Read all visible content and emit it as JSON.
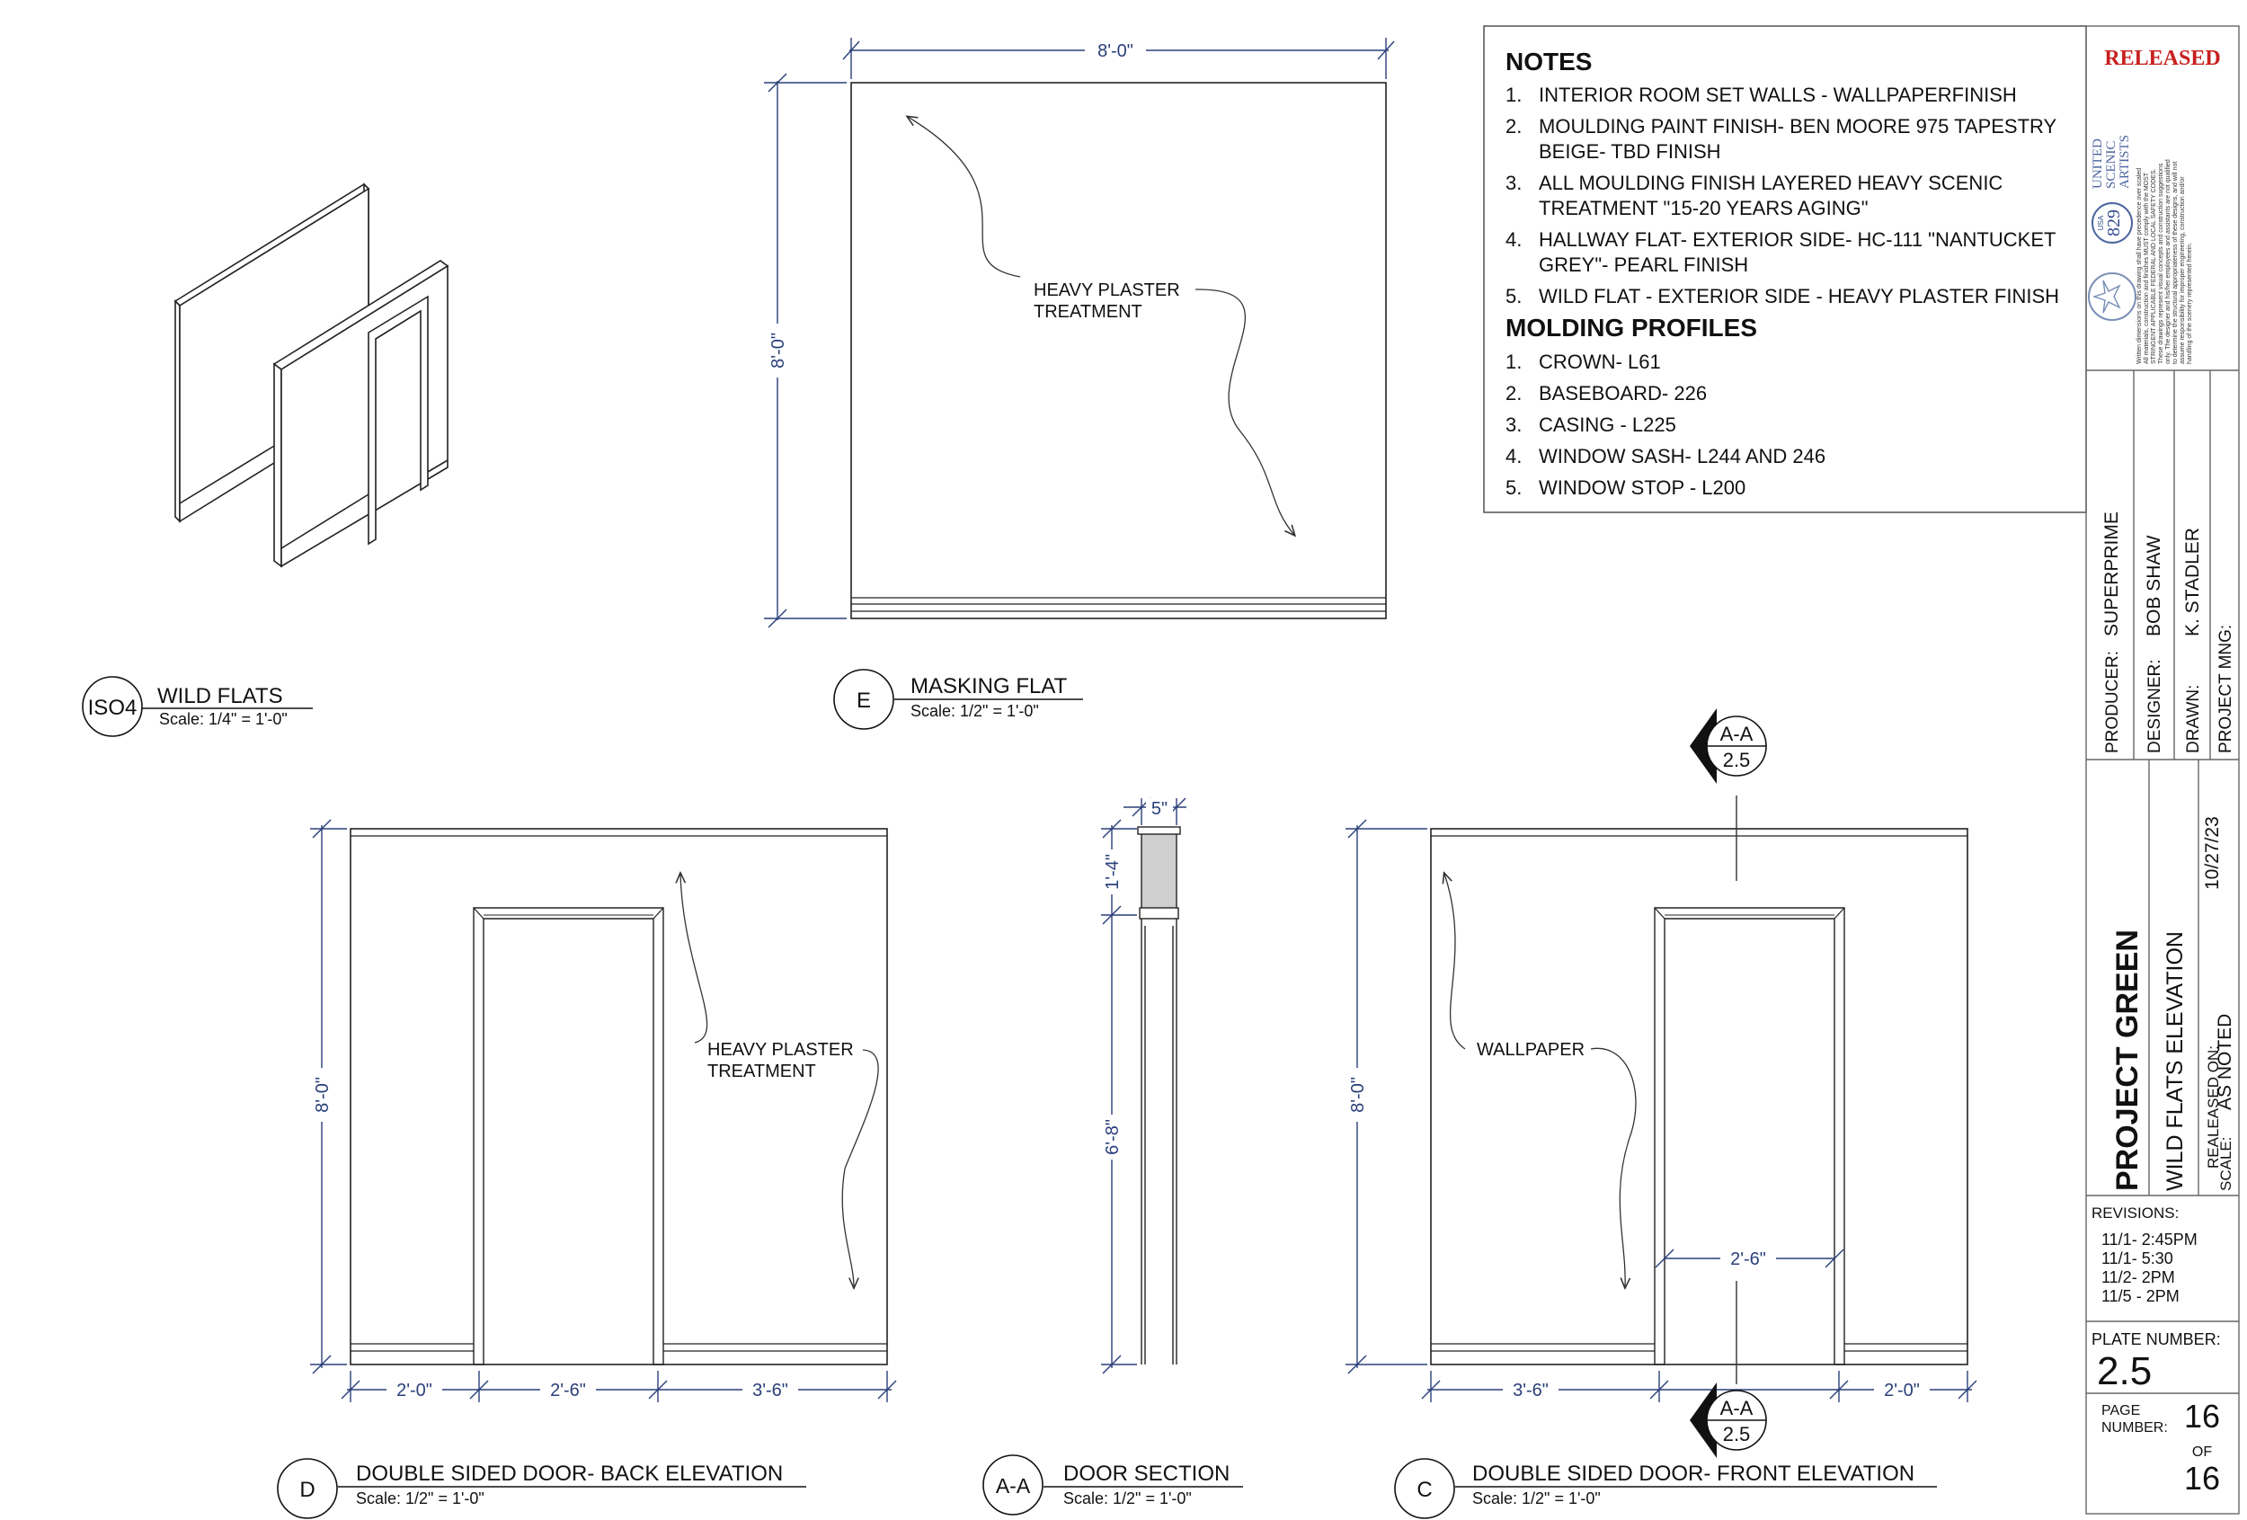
{
  "notes": {
    "heading": "NOTES",
    "items": [
      {
        "num": "1.",
        "lines": [
          "INTERIOR ROOM SET WALLS - WALLPAPERFINISH"
        ]
      },
      {
        "num": "2.",
        "lines": [
          "MOULDING PAINT FINISH- BEN MOORE 975 TAPESTRY",
          "BEIGE- TBD FINISH"
        ]
      },
      {
        "num": "3.",
        "lines": [
          "ALL MOULDING FINISH LAYERED HEAVY SCENIC",
          "TREATMENT \"15-20 YEARS AGING\""
        ]
      },
      {
        "num": "4.",
        "lines": [
          "HALLWAY FLAT- EXTERIOR SIDE- HC-111 \"NANTUCKET",
          "GREY\"- PEARL FINISH"
        ]
      },
      {
        "num": "5.",
        "lines": [
          "WILD FLAT - EXTERIOR SIDE - HEAVY PLASTER FINISH"
        ]
      }
    ],
    "profiles_heading": "MOLDING PROFILES",
    "profiles": [
      {
        "num": "1.",
        "text": "CROWN- L61"
      },
      {
        "num": "2.",
        "text": "BASEBOARD- 226"
      },
      {
        "num": "3.",
        "text": "CASING - L225"
      },
      {
        "num": "4.",
        "text": "WINDOW SASH- L244 AND 246"
      },
      {
        "num": "5.",
        "text": "WINDOW STOP - L200"
      }
    ]
  },
  "views": {
    "iso": {
      "tag": "ISO4",
      "title": "WILD FLATS",
      "scale": "Scale: 1/4\" = 1'-0\""
    },
    "masking": {
      "tag": "E",
      "title": "MASKING FLAT",
      "scale": "Scale: 1/2\" = 1'-0\"",
      "width_dim": "8'-0\"",
      "height_dim": "8'-0\"",
      "label1": "HEAVY PLASTER",
      "label2": "TREATMENT"
    },
    "back": {
      "tag": "D",
      "title": "DOUBLE SIDED DOOR- BACK ELEVATION",
      "scale": "Scale: 1/2\" = 1'-0\"",
      "height_dim": "8'-0\"",
      "dim_a": "2'-0\"",
      "dim_b": "2'-6\"",
      "dim_c": "3'-6\"",
      "label1": "HEAVY PLASTER",
      "label2": "TREATMENT"
    },
    "section": {
      "tag": "A-A",
      "title": "DOOR SECTION",
      "scale": "Scale: 1/2\" = 1'-0\"",
      "dim_top": "5\"",
      "dim_header": "1'-4\"",
      "dim_opening": "6'-8\""
    },
    "front": {
      "tag": "C",
      "title": "DOUBLE SIDED DOOR- FRONT ELEVATION",
      "scale": "Scale: 1/2\" = 1'-0\"",
      "height_dim": "8'-0\"",
      "dim_a": "3'-6\"",
      "dim_b": "2'-6\"",
      "dim_c": "2'-0\"",
      "label": "WALLPAPER",
      "cut_top": "A-A",
      "cut_top_sheet": "2.5",
      "cut_bot": "A-A",
      "cut_bot_sheet": "2.5"
    }
  },
  "title_block": {
    "status": "RELEASED",
    "union_line1": "UNITED",
    "union_line2": "SCENIC",
    "union_line3": "ARTISTS",
    "local_num": "829",
    "local_usa": "USA",
    "disclaimer": [
      "Written dimensions on this drawing shall have precedence over scaled",
      "All materials, construction and finishes MUST comply with the MOST",
      "STRINGENT APPLICABLE FEDERAL AND LOCAL SAFETY CODES.",
      "These drawings represent visual concepts and construction suggestions",
      "only. The designer and his/her employees and assistants are not qualified",
      "to determine the structural appropriateness of these designs, and will not",
      "assume responsibility for improper engineering, construction and/or",
      "handling of the scenery represented herein."
    ],
    "producer_label": "PRODUCER:",
    "producer": "SUPERPRIME",
    "designer_label": "DESIGNER:",
    "designer": "BOB SHAW",
    "drawn_label": "DRAWN:",
    "drawn": "K. STADLER",
    "pm_label": "PROJECT MNG:",
    "pm": "",
    "project": "PROJECT GREEN",
    "sheet_title": "WILD FLATS ELEVATION",
    "released_label": "REALEASED ON:",
    "released": "10/27/23",
    "scale_label": "SCALE:",
    "scale": "AS NOTED",
    "revisions_label": "REVISIONS:",
    "revisions": [
      "11/1- 2:45PM",
      "11/1- 5:30",
      "11/2- 2PM",
      "11/5 - 2PM"
    ],
    "plate_label": "PLATE NUMBER:",
    "plate": "2.5",
    "page_label1": "PAGE",
    "page_label2": "NUMBER:",
    "page": "16",
    "of": "OF",
    "total": "16"
  }
}
